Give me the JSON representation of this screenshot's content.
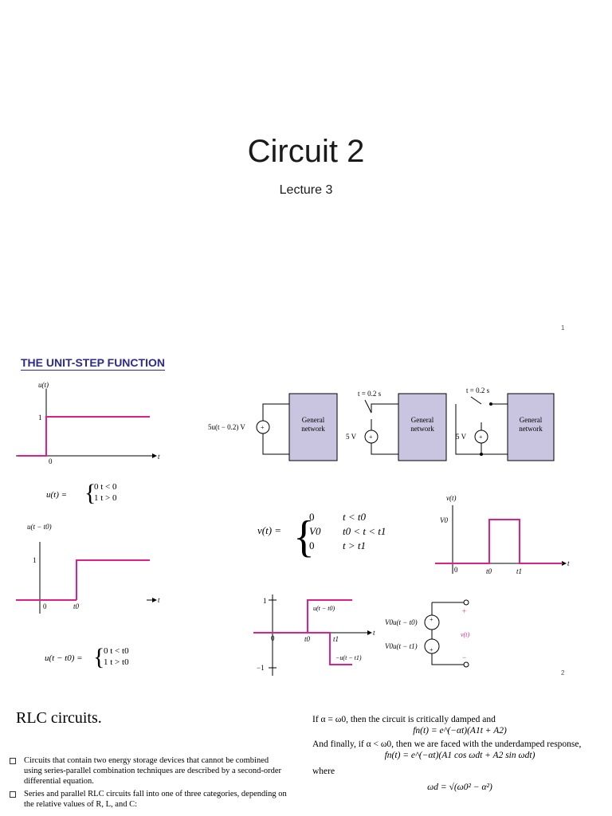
{
  "slide1": {
    "title": "Circuit 2",
    "subtitle": "Lecture 3",
    "page_number": "1"
  },
  "slide2": {
    "heading": "THE UNIT-STEP FUNCTION",
    "page_number": "2",
    "colors": {
      "step_trace": "#e0208a",
      "heading": "#2e2a8a",
      "network_box": "#c9c5e0"
    },
    "plot1": {
      "ylabel": "u(t)",
      "tick_one": "1",
      "origin": "0",
      "xlabel": "t"
    },
    "eq1": {
      "lhs": "u(t) =",
      "row1": "0   t < 0",
      "row2": "1   t > 0"
    },
    "plot2": {
      "ylabel": "u(t − t0)",
      "tick_one": "1",
      "origin": "0",
      "t0": "t0",
      "xlabel": "t"
    },
    "eq2": {
      "lhs": "u(t − t0) =",
      "row1": "0   t < t0",
      "row2": "1   t > t0"
    },
    "circuits": {
      "c1_source": "5u(t − 0.2) V",
      "network_label_1": "General",
      "network_label_2": "network",
      "c2_time": "t = 0.2 s",
      "c2_source": "5 V",
      "c3_time": "t = 0.2 s",
      "c3_source": "5 V"
    },
    "eq3": {
      "lhs": "v(t) =",
      "rows": [
        {
          "val": "0",
          "cond": "t < t0"
        },
        {
          "val": "V0",
          "cond": "t0 < t < t1"
        },
        {
          "val": "0",
          "cond": "t > t1"
        }
      ]
    },
    "plot3": {
      "ylabel": "v(t)",
      "level": "V0",
      "origin": "0",
      "t0": "t0",
      "t1": "t1",
      "xlabel": "t"
    },
    "plot4": {
      "tick_pos": "1",
      "tick_neg": "−1",
      "origin": "0",
      "t0": "t0",
      "t1": "t1",
      "xlabel": "t",
      "upper_label": "u(t − t0)",
      "lower_label": "−u(t − t1)"
    },
    "circuit4": {
      "src1": "V0u(t − t0)",
      "src2": "V0u(t − t1)",
      "out": "v(t)",
      "plus": "+",
      "minus": "−"
    }
  },
  "slide3": {
    "title": "RLC circuits.",
    "bullets": [
      "Circuits that contain two energy storage devices that cannot be combined using series-parallel combination techniques are described by a second-order differential equation.",
      "Series and parallel RLC circuits fall into one of three categories, depending on the relative values of R, L, and C:"
    ],
    "right_line1": "If α = ω0, then the circuit is critically damped and",
    "right_eq1": "fn(t) = e^(−αt)(A1t + A2)",
    "right_line2": "And finally, if α < ω0, then we are faced with the underdamped response,",
    "right_eq2": "fn(t) = e^(−αt)(A1 cos ωdt + A2 sin ωdt)",
    "right_line3": "where",
    "right_eq3": "ωd = √(ω0² − α²)"
  }
}
